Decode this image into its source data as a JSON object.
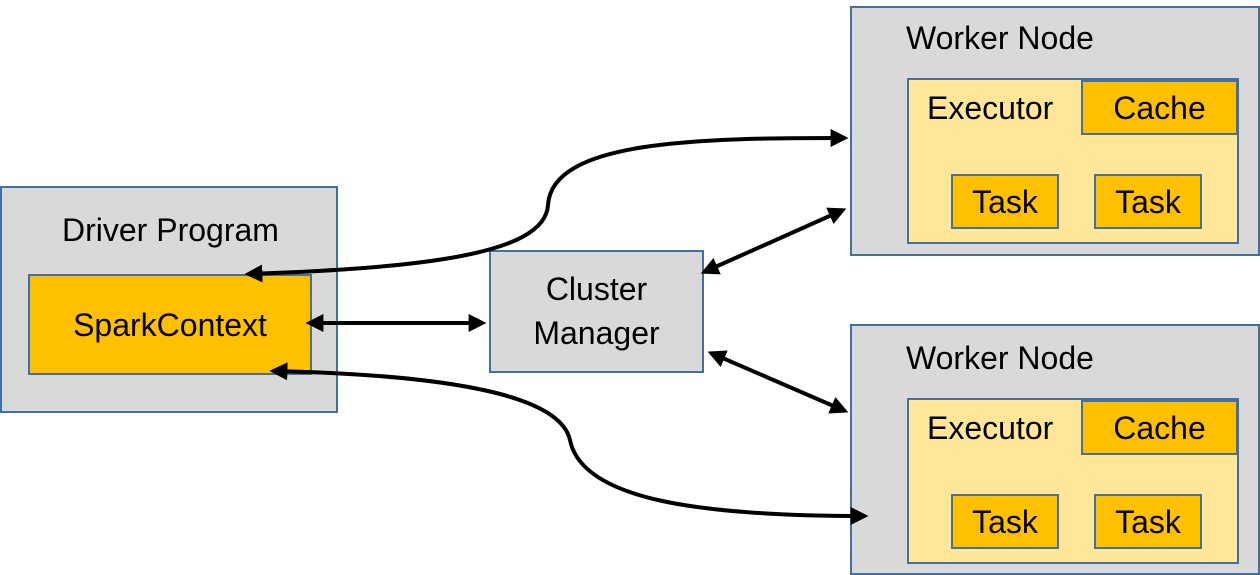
{
  "driver": {
    "title": "Driver Program",
    "context": "SparkContext"
  },
  "cluster_manager": {
    "line1": "Cluster",
    "line2": "Manager"
  },
  "worker_nodes": [
    {
      "title": "Worker Node",
      "executor": "Executor",
      "cache": "Cache",
      "tasks": [
        "Task",
        "Task"
      ]
    },
    {
      "title": "Worker Node",
      "executor": "Executor",
      "cache": "Cache",
      "tasks": [
        "Task",
        "Task"
      ]
    }
  ],
  "colors": {
    "node_fill": "#d9d9d9",
    "border": "#41719c",
    "executor_fill": "#ffe699",
    "accent_fill": "#ffc000"
  }
}
